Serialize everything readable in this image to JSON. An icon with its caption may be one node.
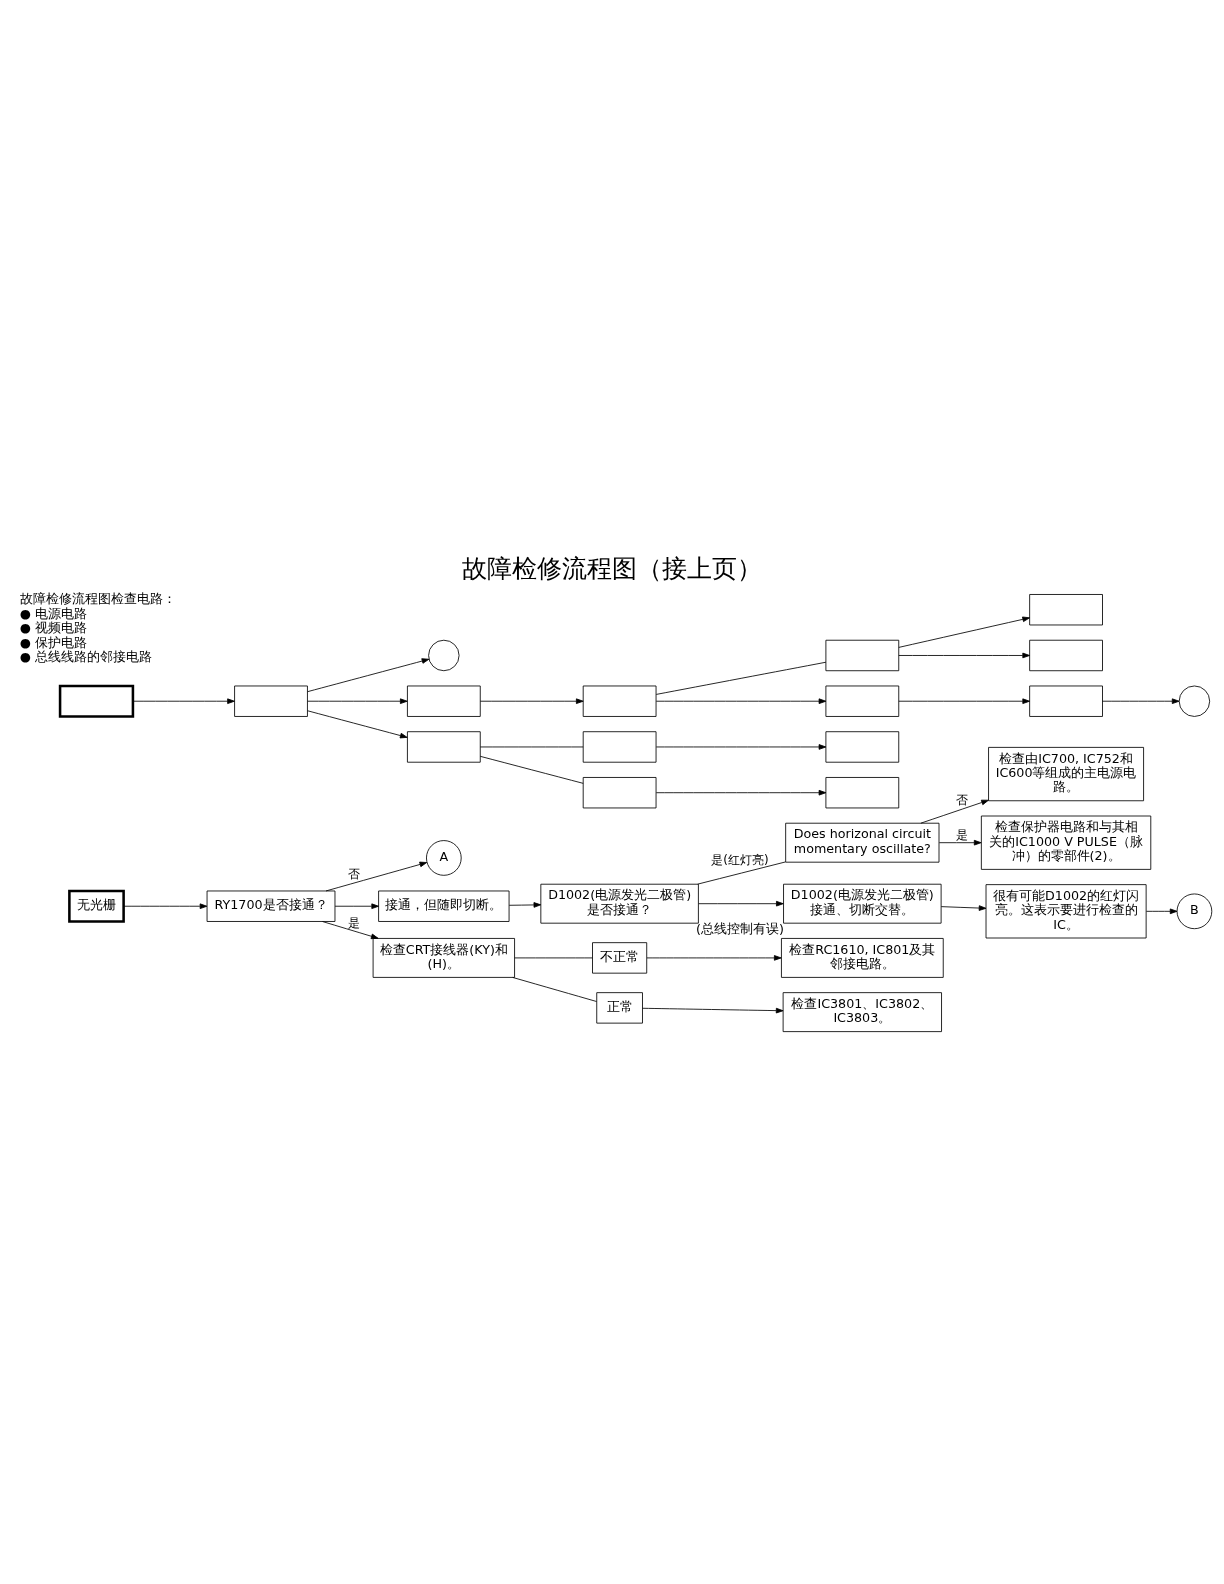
{
  "diagram": {
    "title": "故障检修流程图（接上页）",
    "nodes": [
      {
        "text": [
          "无光栅"
        ]
      },
      {
        "text": [
          "RY1700是否接通？"
        ]
      },
      {
        "text": [
          "A"
        ]
      },
      {
        "text": [
          "接通，但随即切断。"
        ]
      },
      {
        "text": [
          "D1002(电源发光二极管)是否接通？"
        ]
      },
      {
        "text": [
          "Does horizonal circuit momentary oscillate?"
        ]
      },
      {
        "text": [
          "检查由IC700, IC752和IC600等组成的主电源电路。"
        ]
      },
      {
        "text": [
          "检查保护器电路和与其相关的IC1000 V PULSE（脉冲）的零部件(2)。"
        ]
      },
      {
        "text": [
          "检查CRT接线器(KY)和(H)。"
        ]
      },
      {
        "text": [
          "不正常"
        ]
      },
      {
        "text": [
          "检查RC1610, IC801及其邻接电路。"
        ]
      },
      {
        "text": [
          "正常"
        ]
      },
      {
        "text": [
          "检查IC3801、IC3802、IC3803。"
        ]
      },
      {
        "text": [
          "D1002(电源发光二极管)接通、切断交替。"
        ],
        "beside": [
          "(总线控制有误)"
        ]
      },
      {
        "text": [
          "很有可能D1002的红灯闪亮。这表示要进行检查的IC。"
        ]
      },
      {
        "text": [
          "B"
        ]
      },
      {
        "text": [],
        "shape": "box"
      },
      {
        "text": [],
        "shape": "box"
      },
      {
        "text": [],
        "shape": "circle"
      },
      {
        "text": [],
        "shape": "box"
      },
      {
        "text": [],
        "shape": "box"
      },
      {
        "text": [],
        "shape": "box"
      },
      {
        "text": [],
        "shape": "box"
      },
      {
        "text": [],
        "shape": "box"
      },
      {
        "text": [],
        "shape": "box"
      },
      {
        "text": [],
        "shape": "box"
      },
      {
        "text": [],
        "shape": "box"
      },
      {
        "text": [],
        "shape": "box"
      },
      {
        "text": [],
        "shape": "box"
      },
      {
        "text": [],
        "shape": "box"
      },
      {
        "text": [],
        "shape": "box"
      },
      {
        "text": [],
        "shape": "circle"
      }
    ],
    "edges": [
      {
        "from": 0,
        "to": 1,
        "arrow": "to"
      },
      {
        "from": 1,
        "to": 2,
        "arrow": "to",
        "label": "否"
      },
      {
        "from": 1,
        "to": 3,
        "arrow": "to"
      },
      {
        "from": 3,
        "to": 4,
        "arrow": "to"
      },
      {
        "from": 1,
        "to": 8,
        "arrow": "to",
        "label": "是"
      },
      {
        "from": 4,
        "to": 5,
        "arrow": "none",
        "label": "是(红灯亮)"
      },
      {
        "from": 5,
        "to": 6,
        "arrow": "to",
        "label": "否"
      },
      {
        "from": 5,
        "to": 7,
        "arrow": "to",
        "label": "是"
      },
      {
        "from": 4,
        "to": 13,
        "arrow": "to"
      },
      {
        "from": 13,
        "to": 14,
        "arrow": "to"
      },
      {
        "from": 14,
        "to": 15,
        "arrow": "to"
      },
      {
        "from": 8,
        "to": 9,
        "arrow": "none"
      },
      {
        "from": 9,
        "to": 10,
        "arrow": "to"
      },
      {
        "from": 8,
        "to": 11,
        "arrow": "none"
      },
      {
        "from": 11,
        "to": 12,
        "arrow": "to"
      },
      {
        "from": 16,
        "to": 17,
        "arrow": "to"
      },
      {
        "from": 17,
        "to": 18,
        "arrow": "to"
      },
      {
        "from": 17,
        "to": 19,
        "arrow": "to"
      },
      {
        "from": 19,
        "to": 20,
        "arrow": "to"
      },
      {
        "from": 17,
        "to": 24,
        "arrow": "to"
      },
      {
        "from": 20,
        "to": 21,
        "arrow": "none"
      },
      {
        "from": 21,
        "to": 22,
        "arrow": "to"
      },
      {
        "from": 21,
        "to": 23,
        "arrow": "to"
      },
      {
        "from": 20,
        "to": 29,
        "arrow": "to"
      },
      {
        "from": 29,
        "to": 30,
        "arrow": "to"
      },
      {
        "from": 30,
        "to": 31,
        "arrow": "to"
      },
      {
        "from": 24,
        "to": 25,
        "arrow": "none"
      },
      {
        "from": 25,
        "to": 26,
        "arrow": "to"
      },
      {
        "from": 24,
        "to": 27,
        "arrow": "none"
      },
      {
        "from": 27,
        "to": 28,
        "arrow": "to"
      }
    ],
    "labels": [
      "故障检修流程图检查电路：",
      "● 电源电路",
      "● 视频电路",
      "● 保护电路",
      "● 总线线路的邻接电路"
    ]
  }
}
